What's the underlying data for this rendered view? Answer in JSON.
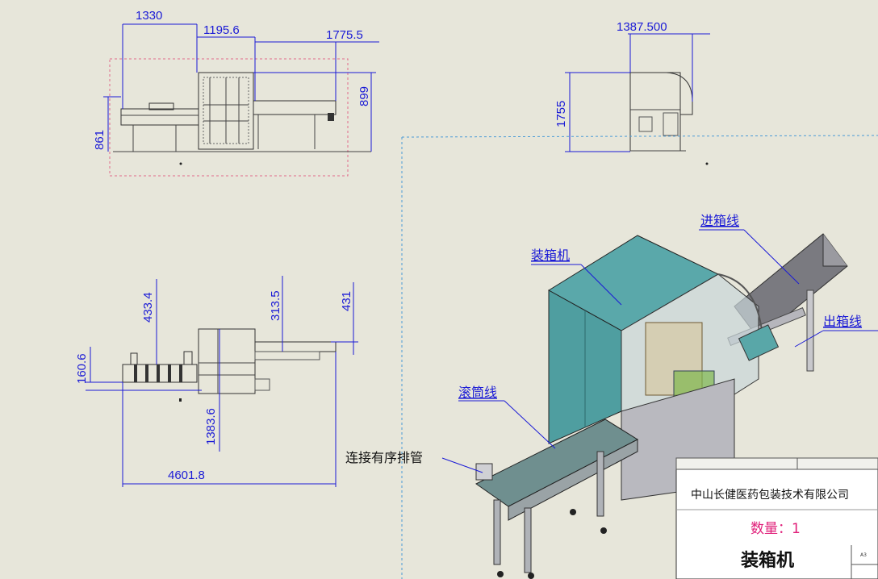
{
  "top_view": {
    "dims": {
      "d1": "1330",
      "d2": "1195.6",
      "d3": "1775.5",
      "d4": "899",
      "d5": "861"
    }
  },
  "side_view": {
    "dims": {
      "d1": "1387.500",
      "d2": "1755"
    }
  },
  "front_view": {
    "dims": {
      "d1": "433.4",
      "d2": "313.5",
      "d3": "431",
      "d4": "160.6",
      "d5": "1383.6",
      "d6": "4601.8"
    }
  },
  "iso_view": {
    "callouts": {
      "packer": "装箱机",
      "infeed": "进箱线",
      "outfeed": "出箱线",
      "roller": "滚筒线",
      "connect": "连接有序排管"
    }
  },
  "title_block": {
    "company": "中山长健医药包装技术有限公司",
    "quantity": "数量：1",
    "title": "装箱机",
    "sheet": "A3"
  },
  "colors": {
    "background": "#e7e6da",
    "dimension": "#1b1bd6",
    "machine_body": "#4f9ea0",
    "quantity_text": "#e0207a"
  }
}
